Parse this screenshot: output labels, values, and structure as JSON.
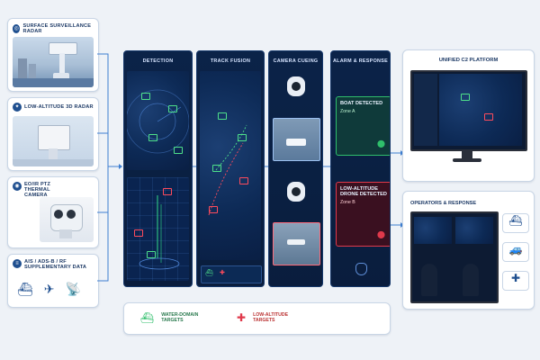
{
  "sensors": [
    {
      "label": "SURFACE SURVEILLANCE RADAR",
      "icon": "radar-icon"
    },
    {
      "label": "LOW-ALTITUDE 3D RADAR",
      "icon": "radar-3d-icon"
    },
    {
      "label": "EO/IR PTZ THERMAL CAMERA",
      "icon": "camera-icon"
    },
    {
      "label": "AIS / ADS-B / RF SUPPLEMENTARY DATA",
      "icon": "data-icon"
    }
  ],
  "stages": [
    {
      "label": "DETECTION"
    },
    {
      "label": "TRACK FUSION"
    },
    {
      "label": "CAMERA CUEING"
    },
    {
      "label": "ALARM & RESPONSE"
    }
  ],
  "alarms": [
    {
      "title": "BOAT DETECTED",
      "zone": "Zone A",
      "color": "#2fbf6b"
    },
    {
      "title": "LOW-ALTITUDE DRONE DETECTED",
      "zone": "Zone B",
      "color": "#e0394b"
    }
  ],
  "platform": {
    "label": "UNIFIED C2 PLATFORM"
  },
  "operators": {
    "label": "OPERATORS & RESPONSE"
  },
  "legend": [
    {
      "label": "WATER-DOMAIN TARGETS",
      "color": "#2fbf6b",
      "icon": "boat-icon"
    },
    {
      "label": "LOW-ALTITUDE TARGETS",
      "color": "#e0394b",
      "icon": "drone-icon"
    }
  ],
  "colors": {
    "accent": "#1f6fd0",
    "water": "#2fbf6b",
    "air": "#e0394b",
    "panel": "#0b2348"
  }
}
